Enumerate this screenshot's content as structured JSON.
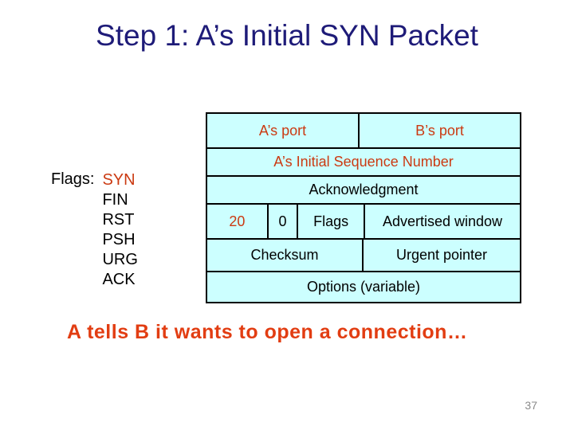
{
  "colors": {
    "title_text": "#1E1B78",
    "accent_text": "#CB3A12",
    "footer_text": "#E23D12",
    "cell_bg": "#CCFFFF",
    "cell_border": "#000000",
    "page_number_text": "#8A8A8A"
  },
  "slide": {
    "title": "Step 1: A’s Initial SYN Packet",
    "footer_message": "A tells B it wants to open a connection…",
    "page_number": "37"
  },
  "flags_legend": {
    "label": "Flags:",
    "items": [
      {
        "name": "SYN",
        "highlighted": true
      },
      {
        "name": "FIN",
        "highlighted": false
      },
      {
        "name": "RST",
        "highlighted": false
      },
      {
        "name": "PSH",
        "highlighted": false
      },
      {
        "name": "URG",
        "highlighted": false
      },
      {
        "name": "ACK",
        "highlighted": false
      }
    ]
  },
  "packet_diagram": {
    "rows": [
      {
        "cells": [
          {
            "label": "A’s port",
            "accent": true
          },
          {
            "label": "B’s port",
            "accent": true
          }
        ]
      },
      {
        "cells": [
          {
            "label": "A’s Initial Sequence Number",
            "accent": true
          }
        ]
      },
      {
        "cells": [
          {
            "label": "Acknowledgment",
            "accent": false
          }
        ]
      },
      {
        "cells": [
          {
            "label": "20",
            "accent": true
          },
          {
            "label": "0",
            "accent": false
          },
          {
            "label": "Flags",
            "accent": false
          },
          {
            "label": "Advertised window",
            "accent": false
          }
        ]
      },
      {
        "cells": [
          {
            "label": "Checksum",
            "accent": false
          },
          {
            "label": "Urgent pointer",
            "accent": false
          }
        ]
      },
      {
        "cells": [
          {
            "label": "Options (variable)",
            "accent": false
          }
        ]
      }
    ]
  }
}
